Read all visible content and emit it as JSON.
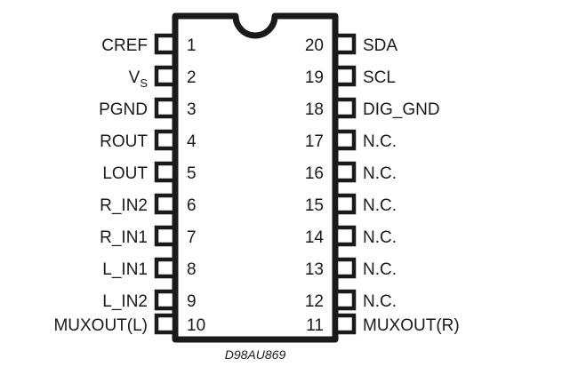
{
  "diagram": {
    "type": "ic-pinout",
    "package": "20-pin dual in-line package",
    "part_code": "D98AU869",
    "notch_position": "top-center",
    "colors": {
      "background": "#ffffff",
      "outline": "#1a1a1a",
      "text": "#1a1a1a"
    },
    "pin_count": 20,
    "left_pins": [
      {
        "number": "1",
        "label": "CREF"
      },
      {
        "number": "2",
        "label": "V",
        "subscript": "S"
      },
      {
        "number": "3",
        "label": "PGND"
      },
      {
        "number": "4",
        "label": "ROUT"
      },
      {
        "number": "5",
        "label": "LOUT"
      },
      {
        "number": "6",
        "label": "R_IN2"
      },
      {
        "number": "7",
        "label": "R_IN1"
      },
      {
        "number": "8",
        "label": "L_IN1"
      },
      {
        "number": "9",
        "label": "L_IN2"
      },
      {
        "number": "10",
        "label": "MUXOUT(L)"
      }
    ],
    "right_pins": [
      {
        "number": "20",
        "label": "SDA"
      },
      {
        "number": "19",
        "label": "SCL"
      },
      {
        "number": "18",
        "label": "DIG_GND"
      },
      {
        "number": "17",
        "label": "N.C."
      },
      {
        "number": "16",
        "label": "N.C."
      },
      {
        "number": "15",
        "label": "N.C."
      },
      {
        "number": "14",
        "label": "N.C."
      },
      {
        "number": "13",
        "label": "N.C."
      },
      {
        "number": "12",
        "label": "N.C."
      },
      {
        "number": "11",
        "label": "MUXOUT(R)"
      }
    ]
  }
}
